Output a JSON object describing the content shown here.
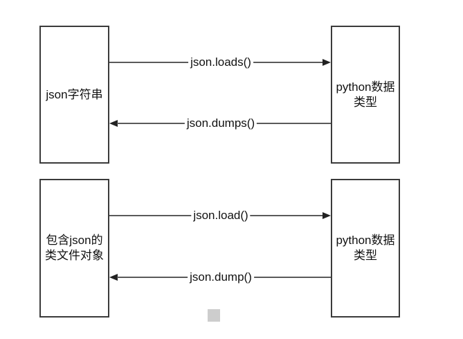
{
  "canvas": {
    "background": "#ffffff",
    "box_border_color": "#3a3a3a",
    "arrow_line_color": "#5a5a5a",
    "text_color": "#111111",
    "marker_color": "#cdcdcd"
  },
  "top_row": {
    "left_box": {
      "line1": "json字符串"
    },
    "right_box": {
      "line1": "python数据",
      "line2": "类型"
    },
    "forward_arrow_label": "json.loads()",
    "backward_arrow_label": "json.dumps()"
  },
  "bottom_row": {
    "left_box": {
      "line1": "包含json的",
      "line2": "类文件对象"
    },
    "right_box": {
      "line1": "python数据",
      "line2": "类型"
    },
    "forward_arrow_label": "json.load()",
    "backward_arrow_label": "json.dump()"
  }
}
